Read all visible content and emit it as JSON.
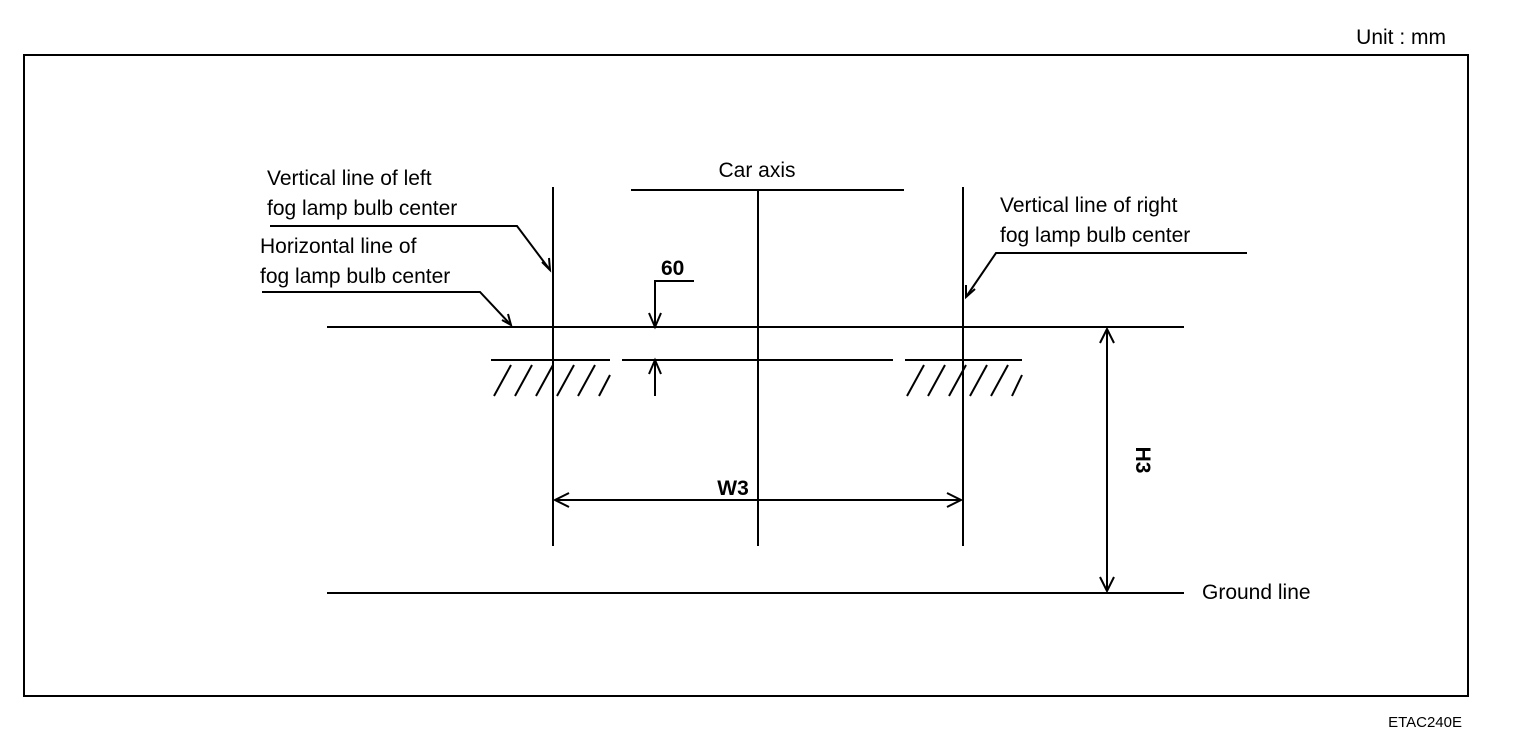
{
  "unit_label": "Unit : mm",
  "figure_code": "ETAC240E",
  "labels": {
    "car_axis": "Car axis",
    "left_vertical_1": "Vertical line of left",
    "left_vertical_2": "fog  lamp bulb center",
    "horizontal_1": "Horizontal line of",
    "horizontal_2": "fog lamp bulb center",
    "right_vertical_1": "Vertical line of right",
    "right_vertical_2": "fog lamp bulb center",
    "ground_line": "Ground line"
  },
  "dimensions": {
    "offset": "60",
    "width": "W3",
    "height": "H3"
  }
}
